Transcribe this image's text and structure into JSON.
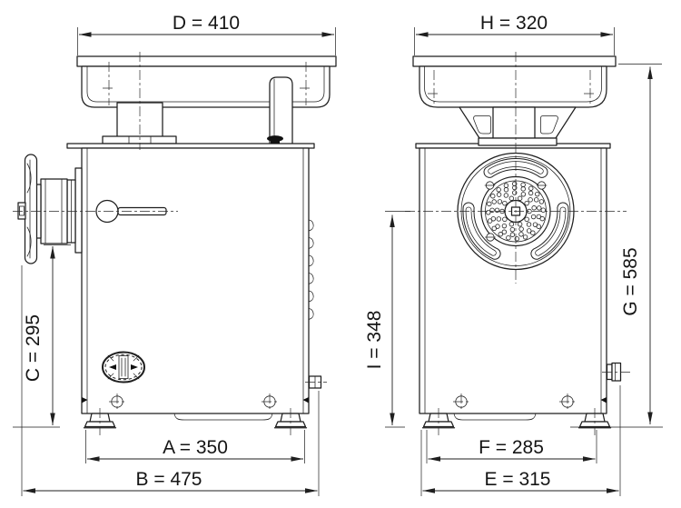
{
  "colors": {
    "line": "#1f1f1f",
    "background": "#ffffff"
  },
  "dimensions": {
    "D": {
      "label": "D = 410",
      "value": 410
    },
    "H": {
      "label": "H = 320",
      "value": 320
    },
    "C": {
      "label": "C = 295",
      "value": 295
    },
    "I": {
      "label": "I = 348",
      "value": 348
    },
    "G": {
      "label": "G = 585",
      "value": 585
    },
    "A": {
      "label": "A = 350",
      "value": 350
    },
    "B": {
      "label": "B = 475",
      "value": 475
    },
    "F": {
      "label": "F = 285",
      "value": 285
    },
    "E": {
      "label": "E = 315",
      "value": 315
    }
  }
}
